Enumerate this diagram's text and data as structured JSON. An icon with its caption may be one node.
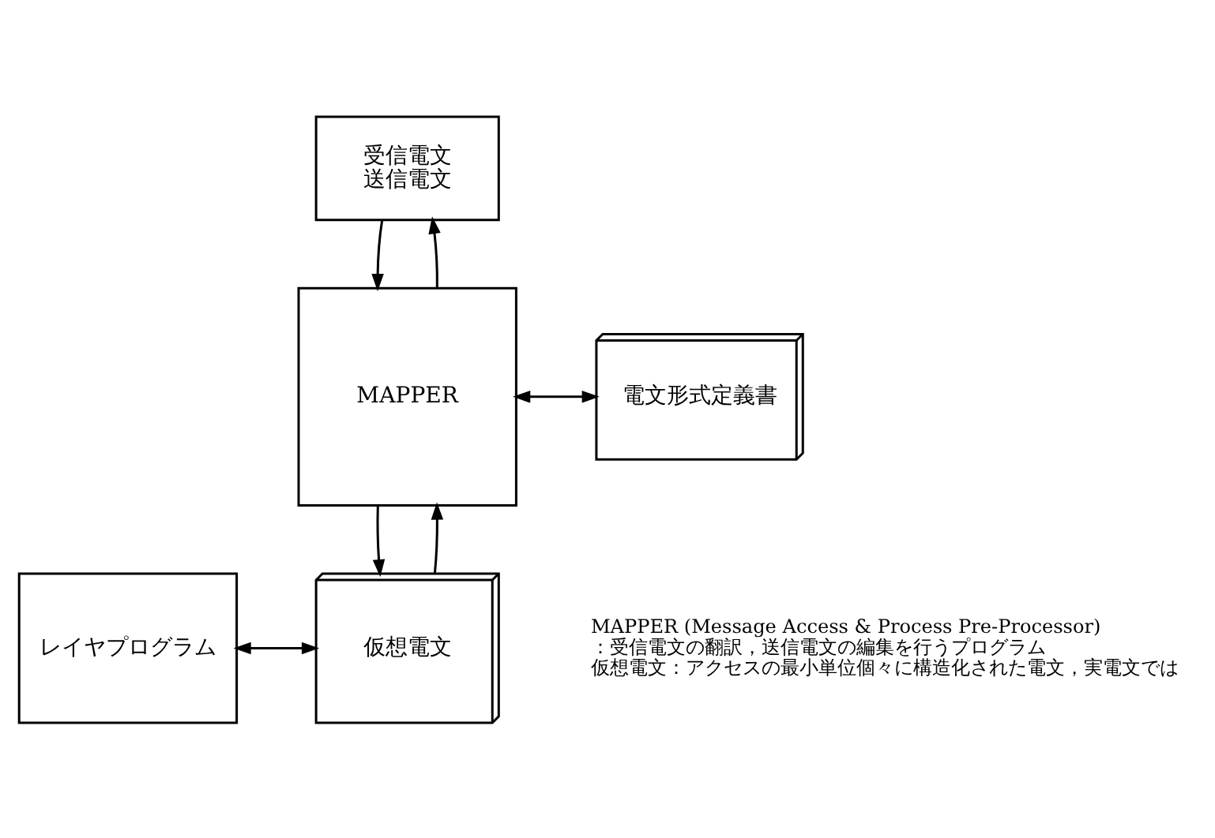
{
  "diagram": {
    "nodes": [
      {
        "text": [
          "受信電文",
          "送信電文"
        ]
      },
      {
        "text": [
          "MAPPER"
        ]
      },
      {
        "text": [
          "電文形式定義書"
        ]
      },
      {
        "text": [
          "レイヤプログラム"
        ]
      },
      {
        "text": [
          "仮想電文"
        ]
      }
    ],
    "edges": [
      {
        "from": 1,
        "to": 0,
        "arrow": "to"
      },
      {
        "from": 0,
        "to": 1,
        "arrow": "to"
      },
      {
        "from": 1,
        "to": 2,
        "arrow": "both"
      },
      {
        "from": 4,
        "to": 1,
        "arrow": "to"
      },
      {
        "from": 1,
        "to": 4,
        "arrow": "to"
      },
      {
        "from": 3,
        "to": 4,
        "arrow": "both"
      }
    ],
    "labels": [
      "MAPPER (Message Access & Process Pre-Processor)",
      "：受信電文の翻訳，送信電文の編集を行うプログラム",
      "仮想電文：アクセスの最小単位個々に構造化された電文，実電文では"
    ]
  }
}
